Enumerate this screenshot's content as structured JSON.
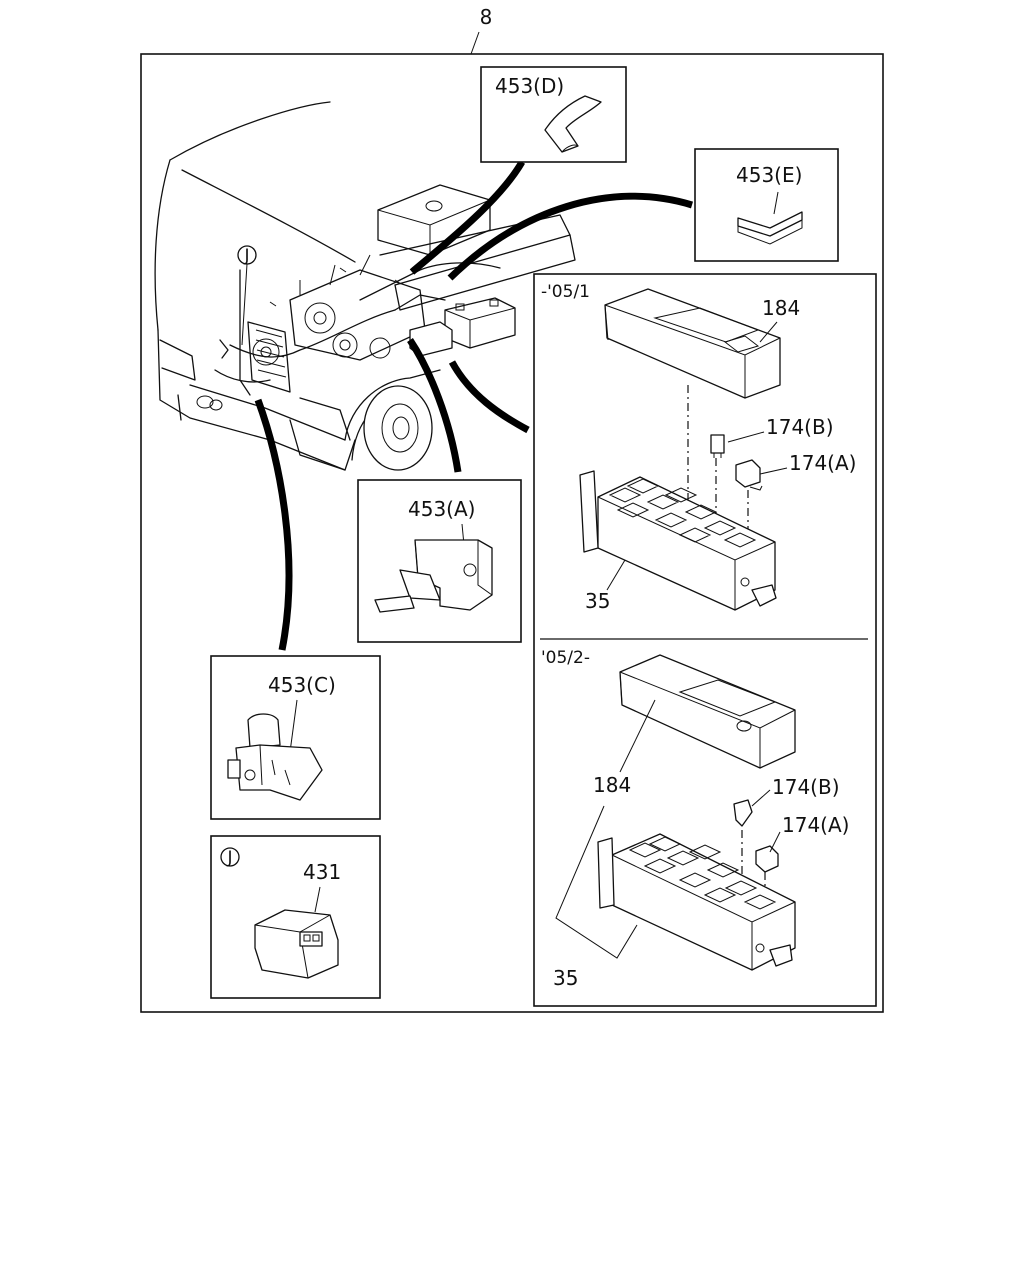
{
  "page_ref": "8",
  "callouts": {
    "d": {
      "label": "453(D)"
    },
    "e": {
      "label": "453(E)"
    },
    "a": {
      "label": "453(A)"
    },
    "c": {
      "label": "453(C)"
    },
    "j": {
      "marker": "J",
      "label": "431"
    }
  },
  "vehicle": {
    "marker": "J"
  },
  "variant_early": {
    "range": "-'05/1",
    "cover": "184",
    "fuse_b": "174(B)",
    "fuse_a": "174(A)",
    "base": "35"
  },
  "variant_late": {
    "range": "'05/2-",
    "cover": "184",
    "fuse_b": "174(B)",
    "fuse_a": "174(A)",
    "base": "35"
  }
}
